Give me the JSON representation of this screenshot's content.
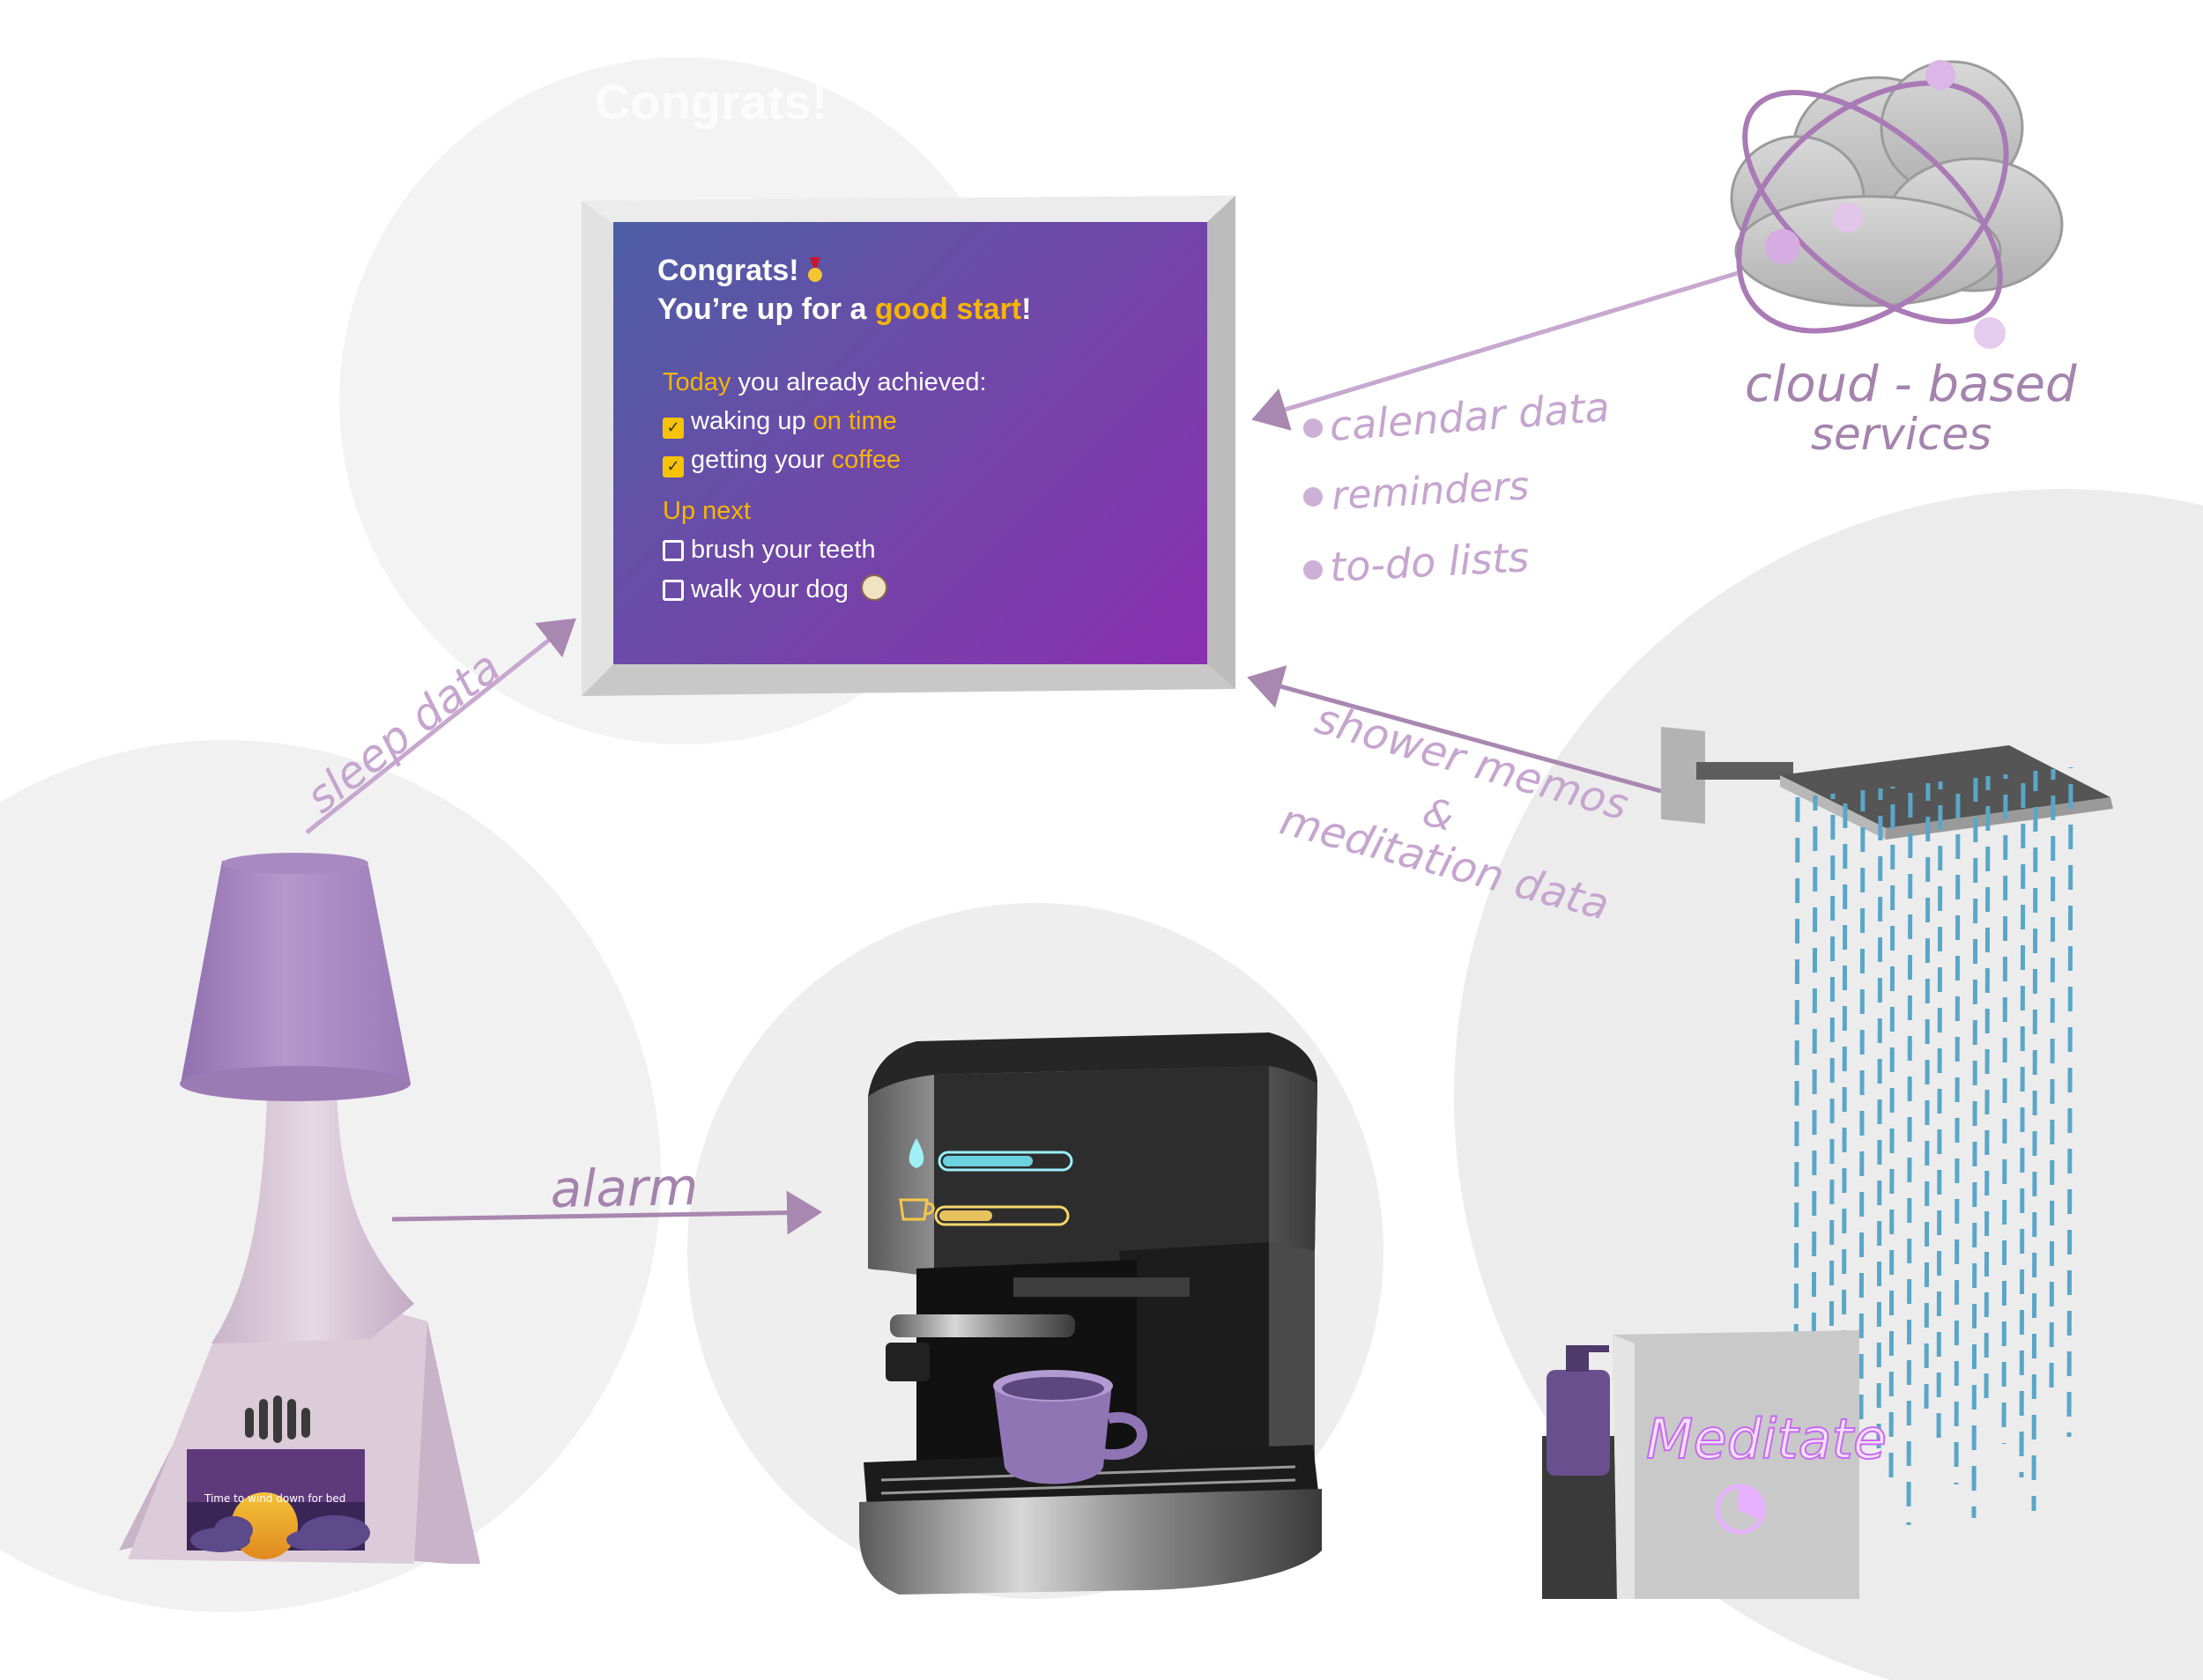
{
  "mirror": {
    "title_line1": "Congrats!",
    "title_line2_prefix": "You’re up for a ",
    "title_line2_highlight": "good start",
    "title_line2_suffix": "!",
    "achieved_highlight": "Today",
    "achieved_rest": " you already achieved:",
    "achieved_items": [
      {
        "prefix": "waking up ",
        "highlight": "on time",
        "checked": true
      },
      {
        "prefix": "getting your ",
        "highlight": "coffee",
        "checked": true
      }
    ],
    "up_next_label": "Up next",
    "next_items": [
      {
        "text": "brush your teeth",
        "checked": false
      },
      {
        "text": "walk  your dog",
        "checked": false
      }
    ],
    "accent_color": "#f7b500",
    "medal_icon": "medal-icon",
    "dog_icon": "dog-emoji-icon"
  },
  "cloud": {
    "label_line1": "cloud - based",
    "label_line2": "services"
  },
  "cloud_data_items": [
    "calendar data",
    "reminders",
    "to-do lists"
  ],
  "arrows": {
    "sleep": "sleep data",
    "alarm": "alarm",
    "shower_line1": "shower memos",
    "shower_line2": "&",
    "shower_line3": "meditation data"
  },
  "lamp_screen_text": "Time to wind down for bed",
  "meditate_label": "Meditate",
  "colors": {
    "purple_accent": "#c6a5cf",
    "arrow": "#a887b0",
    "lamp_shade": "#a486c0",
    "water": "#5aa6c8"
  }
}
